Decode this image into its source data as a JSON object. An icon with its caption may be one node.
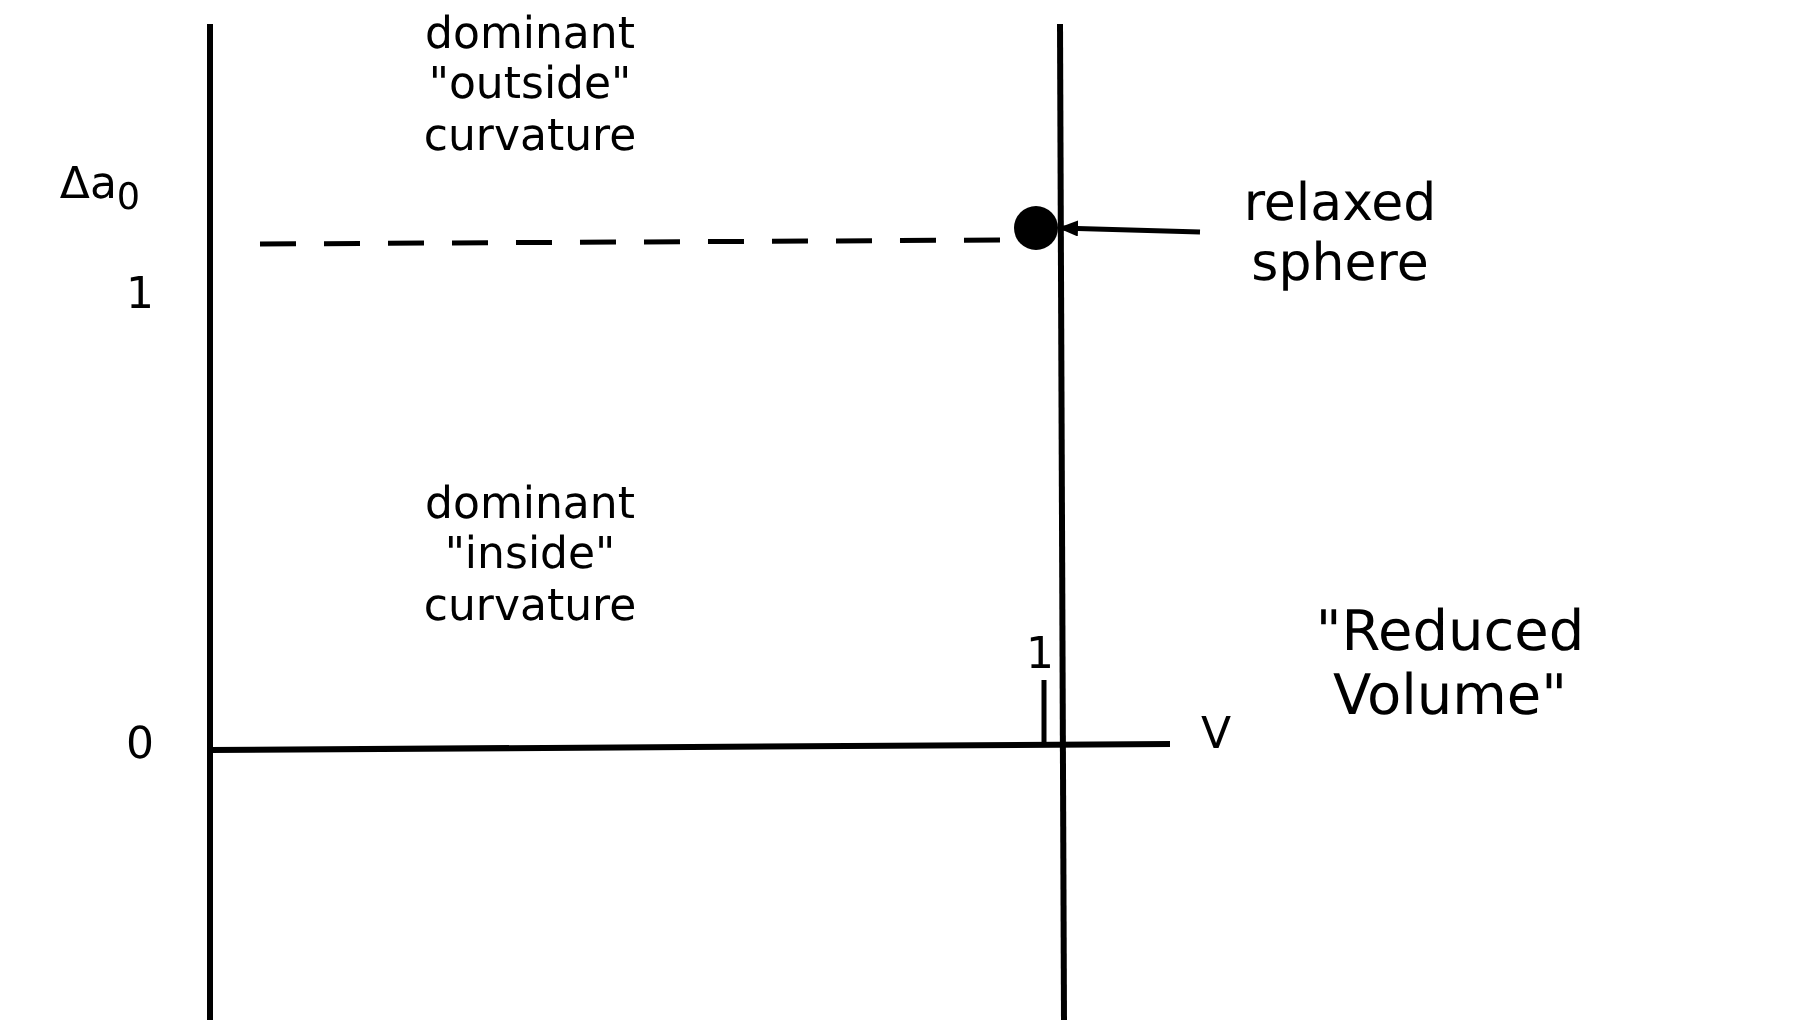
{
  "diagram": {
    "nodes": [
      {
        "text": [
          "relaxed sphere"
        ]
      },
      {
        "text": [],
        "shape": "circle"
      }
    ],
    "edges": [
      {
        "from": 0,
        "to": 1,
        "arrow": "to"
      }
    ],
    "labels": [
      "dominant \"outside\" curvature",
      "Δa$_{0}$",
      "1",
      "dominant \"inside\" curvature",
      "0",
      "1",
      "V",
      "\"Reduced Volume\""
    ]
  }
}
